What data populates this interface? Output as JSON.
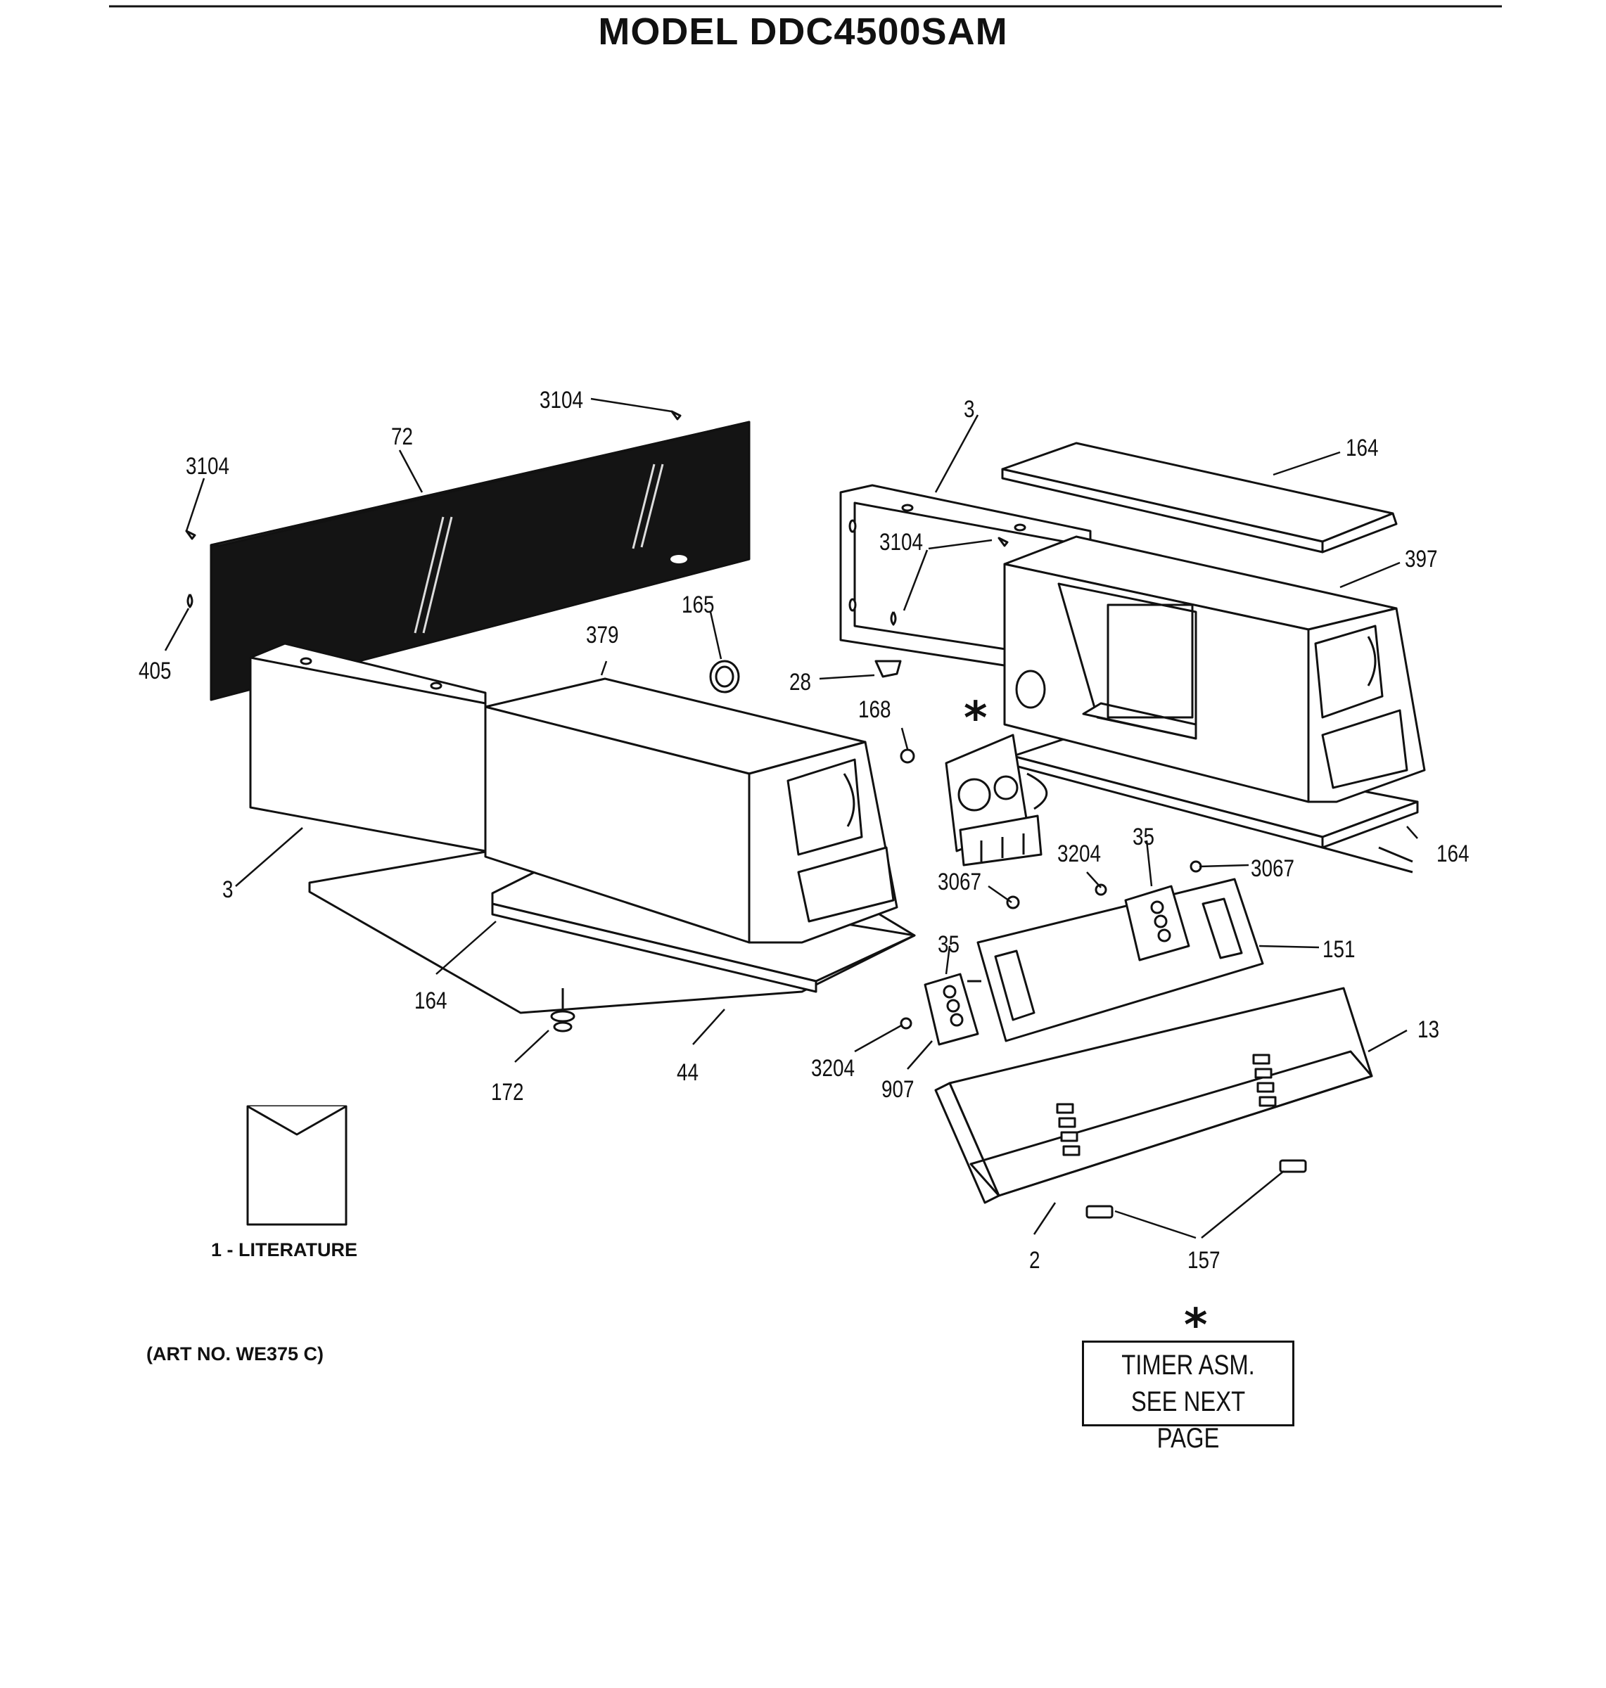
{
  "title": "MODEL DDC4500SAM",
  "callouts": {
    "c3104_top": "3104",
    "c72": "72",
    "c3104_left": "3104",
    "c405": "405",
    "c3_top": "3",
    "c164_top": "164",
    "c3104_mid": "3104",
    "c397": "397",
    "c165": "165",
    "c379": "379",
    "c28": "28",
    "c168": "168",
    "c3_left": "3",
    "c164_right": "164",
    "c35_right": "35",
    "c3204_right": "3204",
    "c3067_right": "3067",
    "c3067_left": "3067",
    "c151": "151",
    "c35_left": "35",
    "c164_bottom": "164",
    "c13": "13",
    "c172": "172",
    "c44": "44",
    "c3204_left": "3204",
    "c907": "907",
    "c2": "2",
    "c157": "157"
  },
  "literature_label": "1 - LITERATURE",
  "art_number": "(ART NO. WE375 C)",
  "asterisk": "*",
  "timer_note": {
    "line1": "TIMER ASM.",
    "line2": "SEE NEXT PAGE"
  }
}
